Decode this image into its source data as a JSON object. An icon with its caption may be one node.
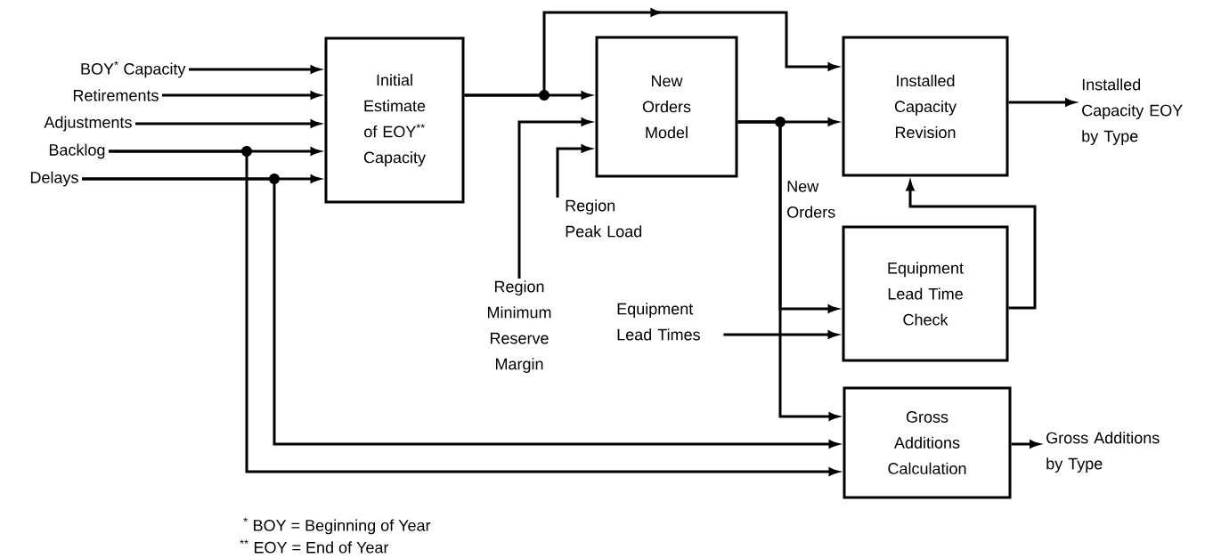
{
  "diagram": {
    "nodes": [
      {
        "text": [
          "BOY$^{*}$ Capacity"
        ]
      },
      {
        "text": [
          "Retirements"
        ]
      },
      {
        "text": [
          "Adjustments"
        ]
      },
      {
        "text": [
          "Backlog"
        ]
      },
      {
        "text": [
          "Delays"
        ]
      },
      {
        "text": [
          "Initial Estimate of EOY$^{**}$ Capacity"
        ]
      },
      {
        "text": [
          "New Orders Model"
        ]
      },
      {
        "text": [
          "Installed Capacity Revision"
        ]
      },
      {
        "text": [
          "Installed Capacity EOY by Type"
        ]
      },
      {
        "text": [
          "Region Peak Load"
        ]
      },
      {
        "text": [
          "Region Minimum Reserve Margin"
        ]
      },
      {
        "text": [
          "Equipment Lead Time Check"
        ]
      },
      {
        "text": [
          "Equipment Lead Times"
        ]
      },
      {
        "text": [
          "Gross Additions Calculation"
        ]
      },
      {
        "text": [
          "Gross Additions by Type"
        ]
      }
    ],
    "edges": [
      {
        "from": 0,
        "to": 5,
        "arrow": "to"
      },
      {
        "from": 1,
        "to": 5,
        "arrow": "to"
      },
      {
        "from": 2,
        "to": 5,
        "arrow": "to"
      },
      {
        "from": 3,
        "to": 5,
        "arrow": "to"
      },
      {
        "from": 4,
        "to": 5,
        "arrow": "to"
      },
      {
        "from": 5,
        "to": 6,
        "arrow": "to"
      },
      {
        "from": 5,
        "to": 7,
        "arrow": "to"
      },
      {
        "from": 6,
        "to": 7,
        "arrow": "to"
      },
      {
        "from": 7,
        "to": 8,
        "arrow": "to"
      },
      {
        "from": 10,
        "to": 6,
        "arrow": "to"
      },
      {
        "from": 9,
        "to": 6,
        "arrow": "to"
      },
      {
        "from": 6,
        "to": 11,
        "arrow": "to",
        "label": "New Orders"
      },
      {
        "from": 12,
        "to": 11,
        "arrow": "to"
      },
      {
        "from": 6,
        "to": 13,
        "arrow": "to"
      },
      {
        "from": 3,
        "to": 13,
        "arrow": "to"
      },
      {
        "from": 4,
        "to": 13,
        "arrow": "to"
      },
      {
        "from": 11,
        "to": 7,
        "arrow": "to"
      },
      {
        "from": 13,
        "to": 14,
        "arrow": "to"
      }
    ],
    "labels": [
      "$^{*}$ BOY = Beginning of Year",
      "$^{**}$ EOY = End of Year"
    ]
  }
}
